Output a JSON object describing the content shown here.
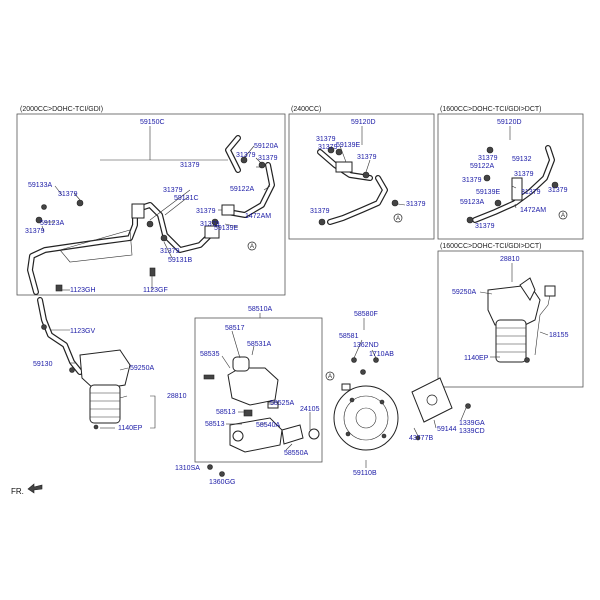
{
  "sections": {
    "s1": "(2000CC>DOHC-TCI/GDI)",
    "s2": "(2400CC)",
    "s3": "(1600CC>DOHC-TCI/GDI>DCT)",
    "s4": "(1600CC>DOHC-TCI/GDI>DCT)"
  },
  "ref_marker": "A",
  "fr_label": "FR.",
  "labels": {
    "p59150C": "59150C",
    "p59120A": "59120A",
    "p31379_s1a": "31379",
    "p31379_s1b": "31379",
    "p59122A": "59122A",
    "p59133A": "59133A",
    "p31379_s1c": "31379",
    "p31379_s1d": "31379",
    "p59131C": "59131C",
    "p31379_s1e": "31379",
    "p1472AM_s1": "1472AM",
    "p59123A": "59123A",
    "p31379_s1f": "31379",
    "p31379_s1g": "31379",
    "p59139E_s1": "59139E",
    "p59131B": "59131B",
    "p1123GH": "1123GH",
    "p1123GF": "1123GF",
    "p59120D": "59120D",
    "p31379_s2a": "31379",
    "p31379_s2b": "31379",
    "p59139E_s2": "59139E",
    "p31379_s2c": "31379",
    "p31379_s2d": "31379",
    "p31379_s2e": "31379",
    "p59120D_s3": "59120D",
    "p31379_s3a": "31379",
    "p59122A_s3": "59122A",
    "p59132": "59132",
    "p31379_s3b": "31379",
    "p59139E_s3": "59139E",
    "p31379_s3c": "31379",
    "p31379_s3d": "31379",
    "p59123A_s3": "59123A",
    "p1472AM_s3": "1472AM",
    "p31379_s3e": "31379",
    "p28810_s4": "28810",
    "p59250A_s4": "59250A",
    "p18155": "18155",
    "p1140EP_s4": "1140EP",
    "p1123GV": "1123GV",
    "p59130": "59130",
    "p59250A": "59250A",
    "p28810": "28810",
    "p1140EP": "1140EP",
    "p58510A": "58510A",
    "p58517": "58517",
    "p58531A": "58531A",
    "p58535": "58535",
    "p58525A": "58525A",
    "p58513a": "58513",
    "p58513b": "58513",
    "p58540A": "58540A",
    "p58550A": "58550A",
    "p24105": "24105",
    "p1310SA": "1310SA",
    "p1360GG": "1360GG",
    "p58580F": "58580F",
    "p58581": "58581",
    "p1362ND": "1362ND",
    "p1710AB": "1710AB",
    "p59144": "59144",
    "p43777B": "43777B",
    "p1339GA": "1339GA",
    "p1339CD": "1339CD",
    "p59110B": "59110B"
  }
}
